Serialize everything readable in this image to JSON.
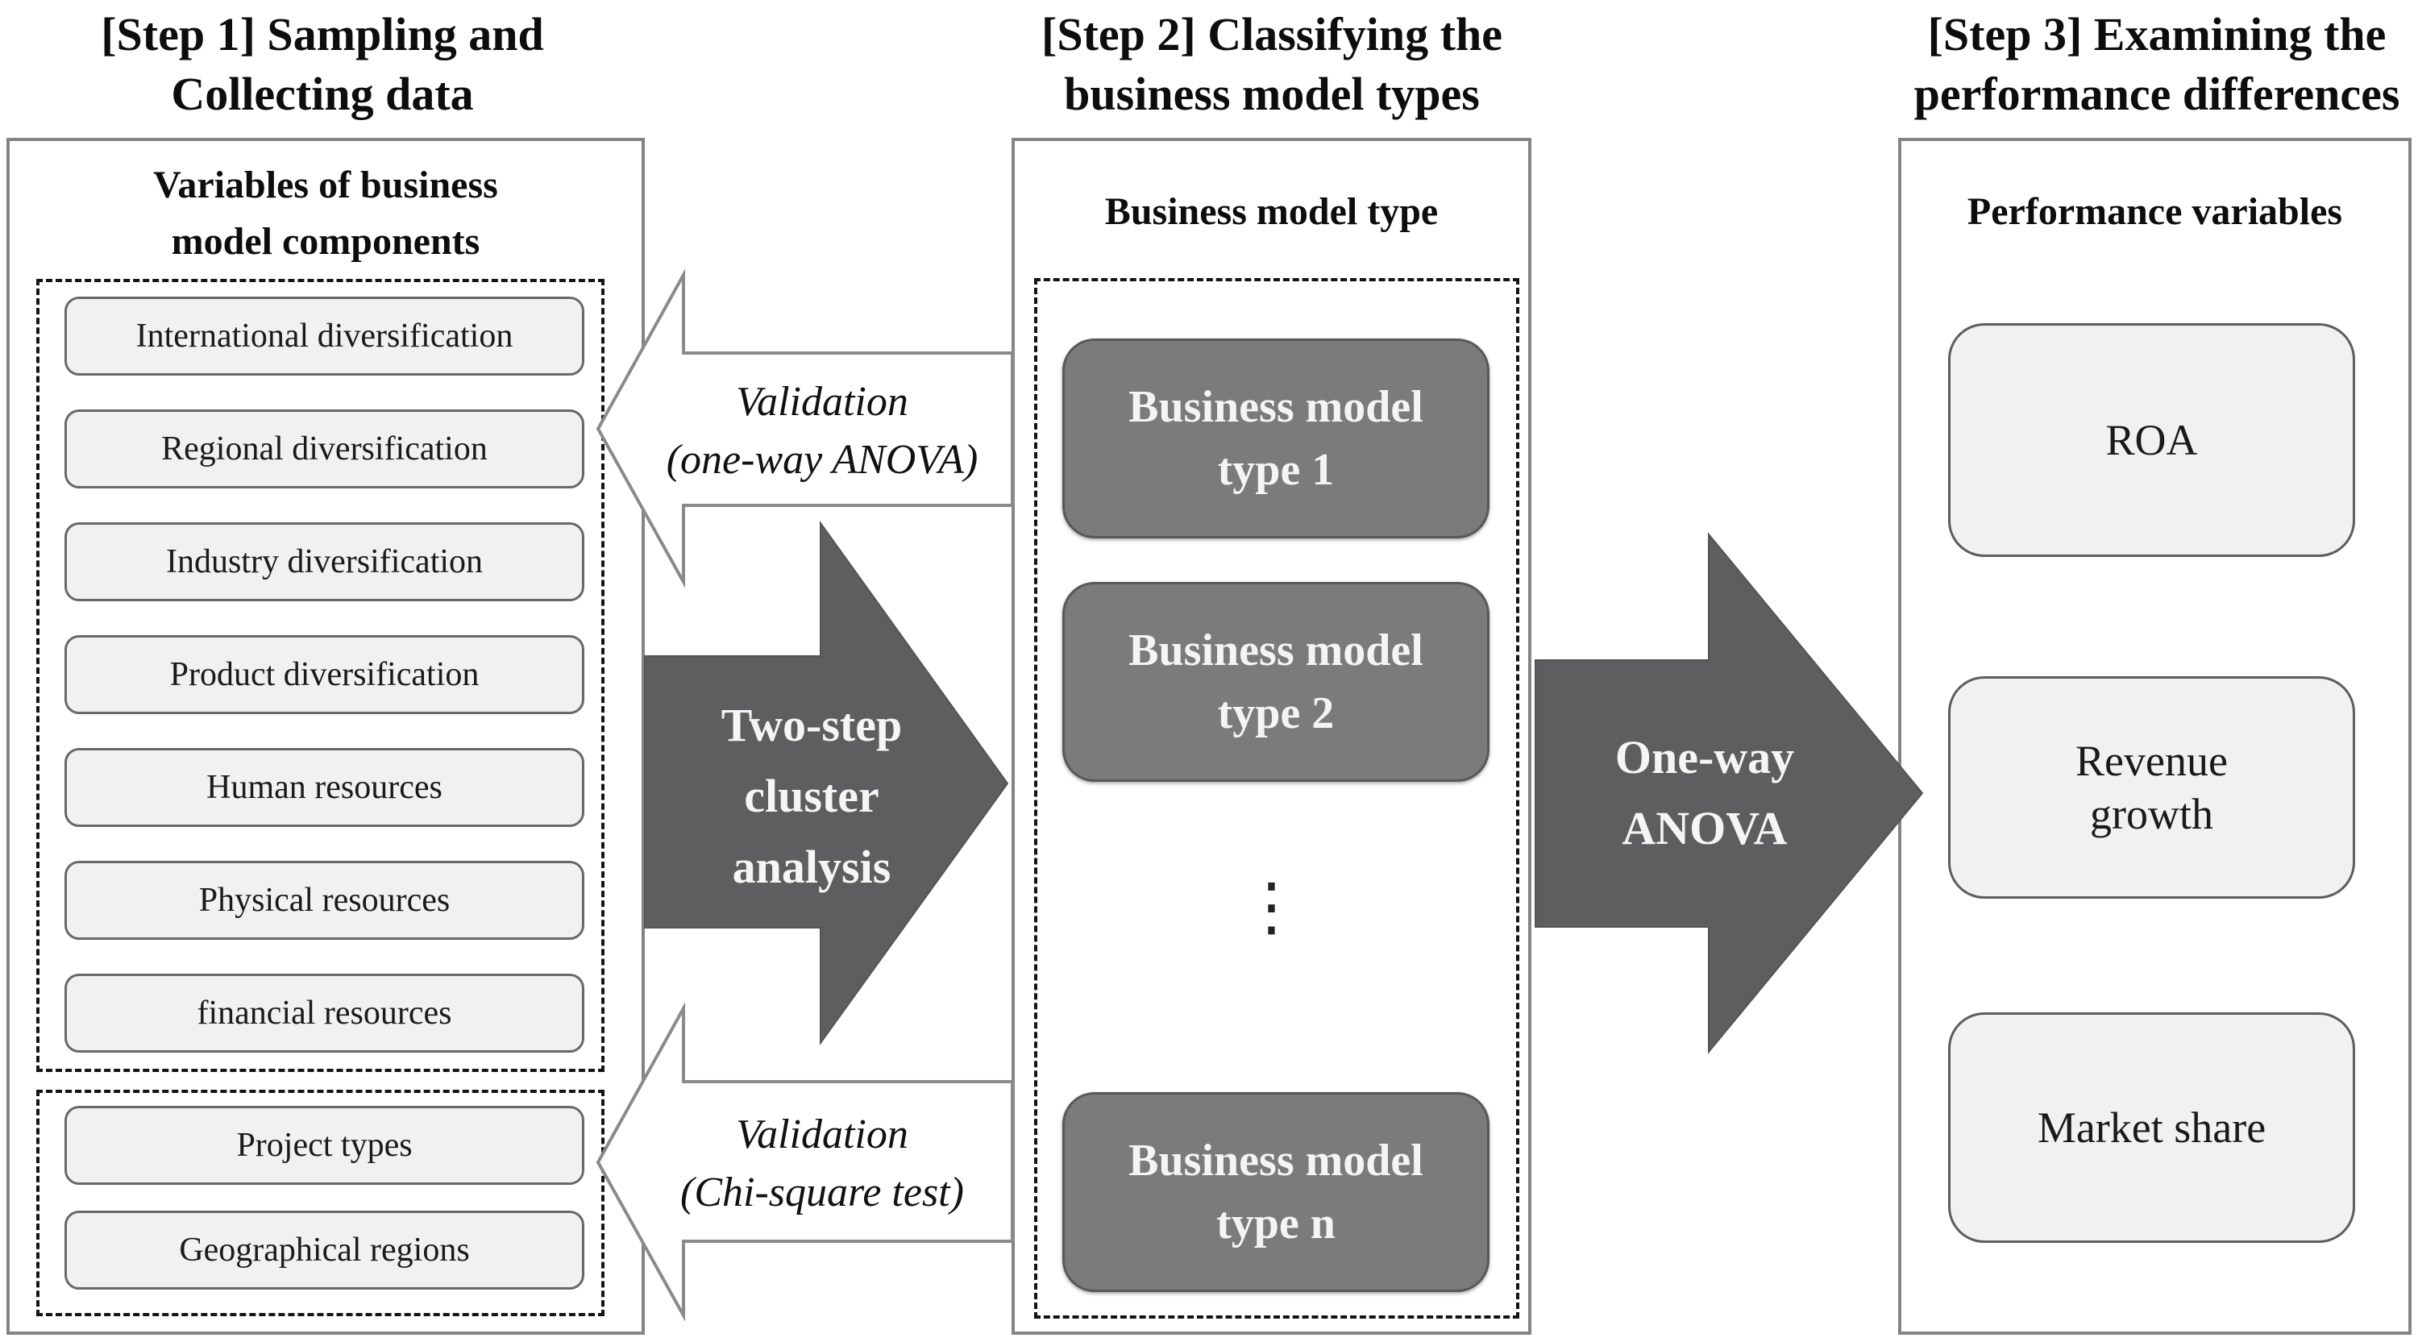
{
  "diagram": {
    "colors": {
      "dark_arrow_fill": "#5e5e60",
      "dark_box_fill": "#7b7b7b",
      "light_box_fill": "#f1f1f1",
      "light_box_border": "#686868",
      "column_border": "#848484",
      "dashed_border": "#141414",
      "white_arrow_stroke": "#8a8a8a",
      "dark_text": "#f4f4f4"
    },
    "step1": {
      "title": "[Step 1] Sampling and\nCollecting data",
      "header": "Variables of business\nmodel components",
      "group1_items": [
        "International diversification",
        "Regional diversification",
        "Industry diversification",
        "Product diversification",
        "Human resources",
        "Physical resources",
        "financial resources"
      ],
      "group2_items": [
        "Project types",
        "Geographical regions"
      ]
    },
    "step2": {
      "title": "[Step 2] Classifying the\nbusiness model types",
      "header": "Business model type",
      "boxes": [
        "Business model\ntype 1",
        "Business model\ntype 2",
        "Business model\ntype n"
      ],
      "ellipsis": "⋮"
    },
    "step3": {
      "title": "[Step 3] Examining the\nperformance differences",
      "header": "Performance variables",
      "boxes": [
        "ROA",
        "Revenue\ngrowth",
        "Market share"
      ]
    },
    "arrows": {
      "cluster": "Two-step\ncluster\nanalysis",
      "anova": "One-way\nANOVA",
      "validation_top": "Validation\n(one-way ANOVA)",
      "validation_bottom": "Validation\n(Chi-square test)"
    }
  }
}
